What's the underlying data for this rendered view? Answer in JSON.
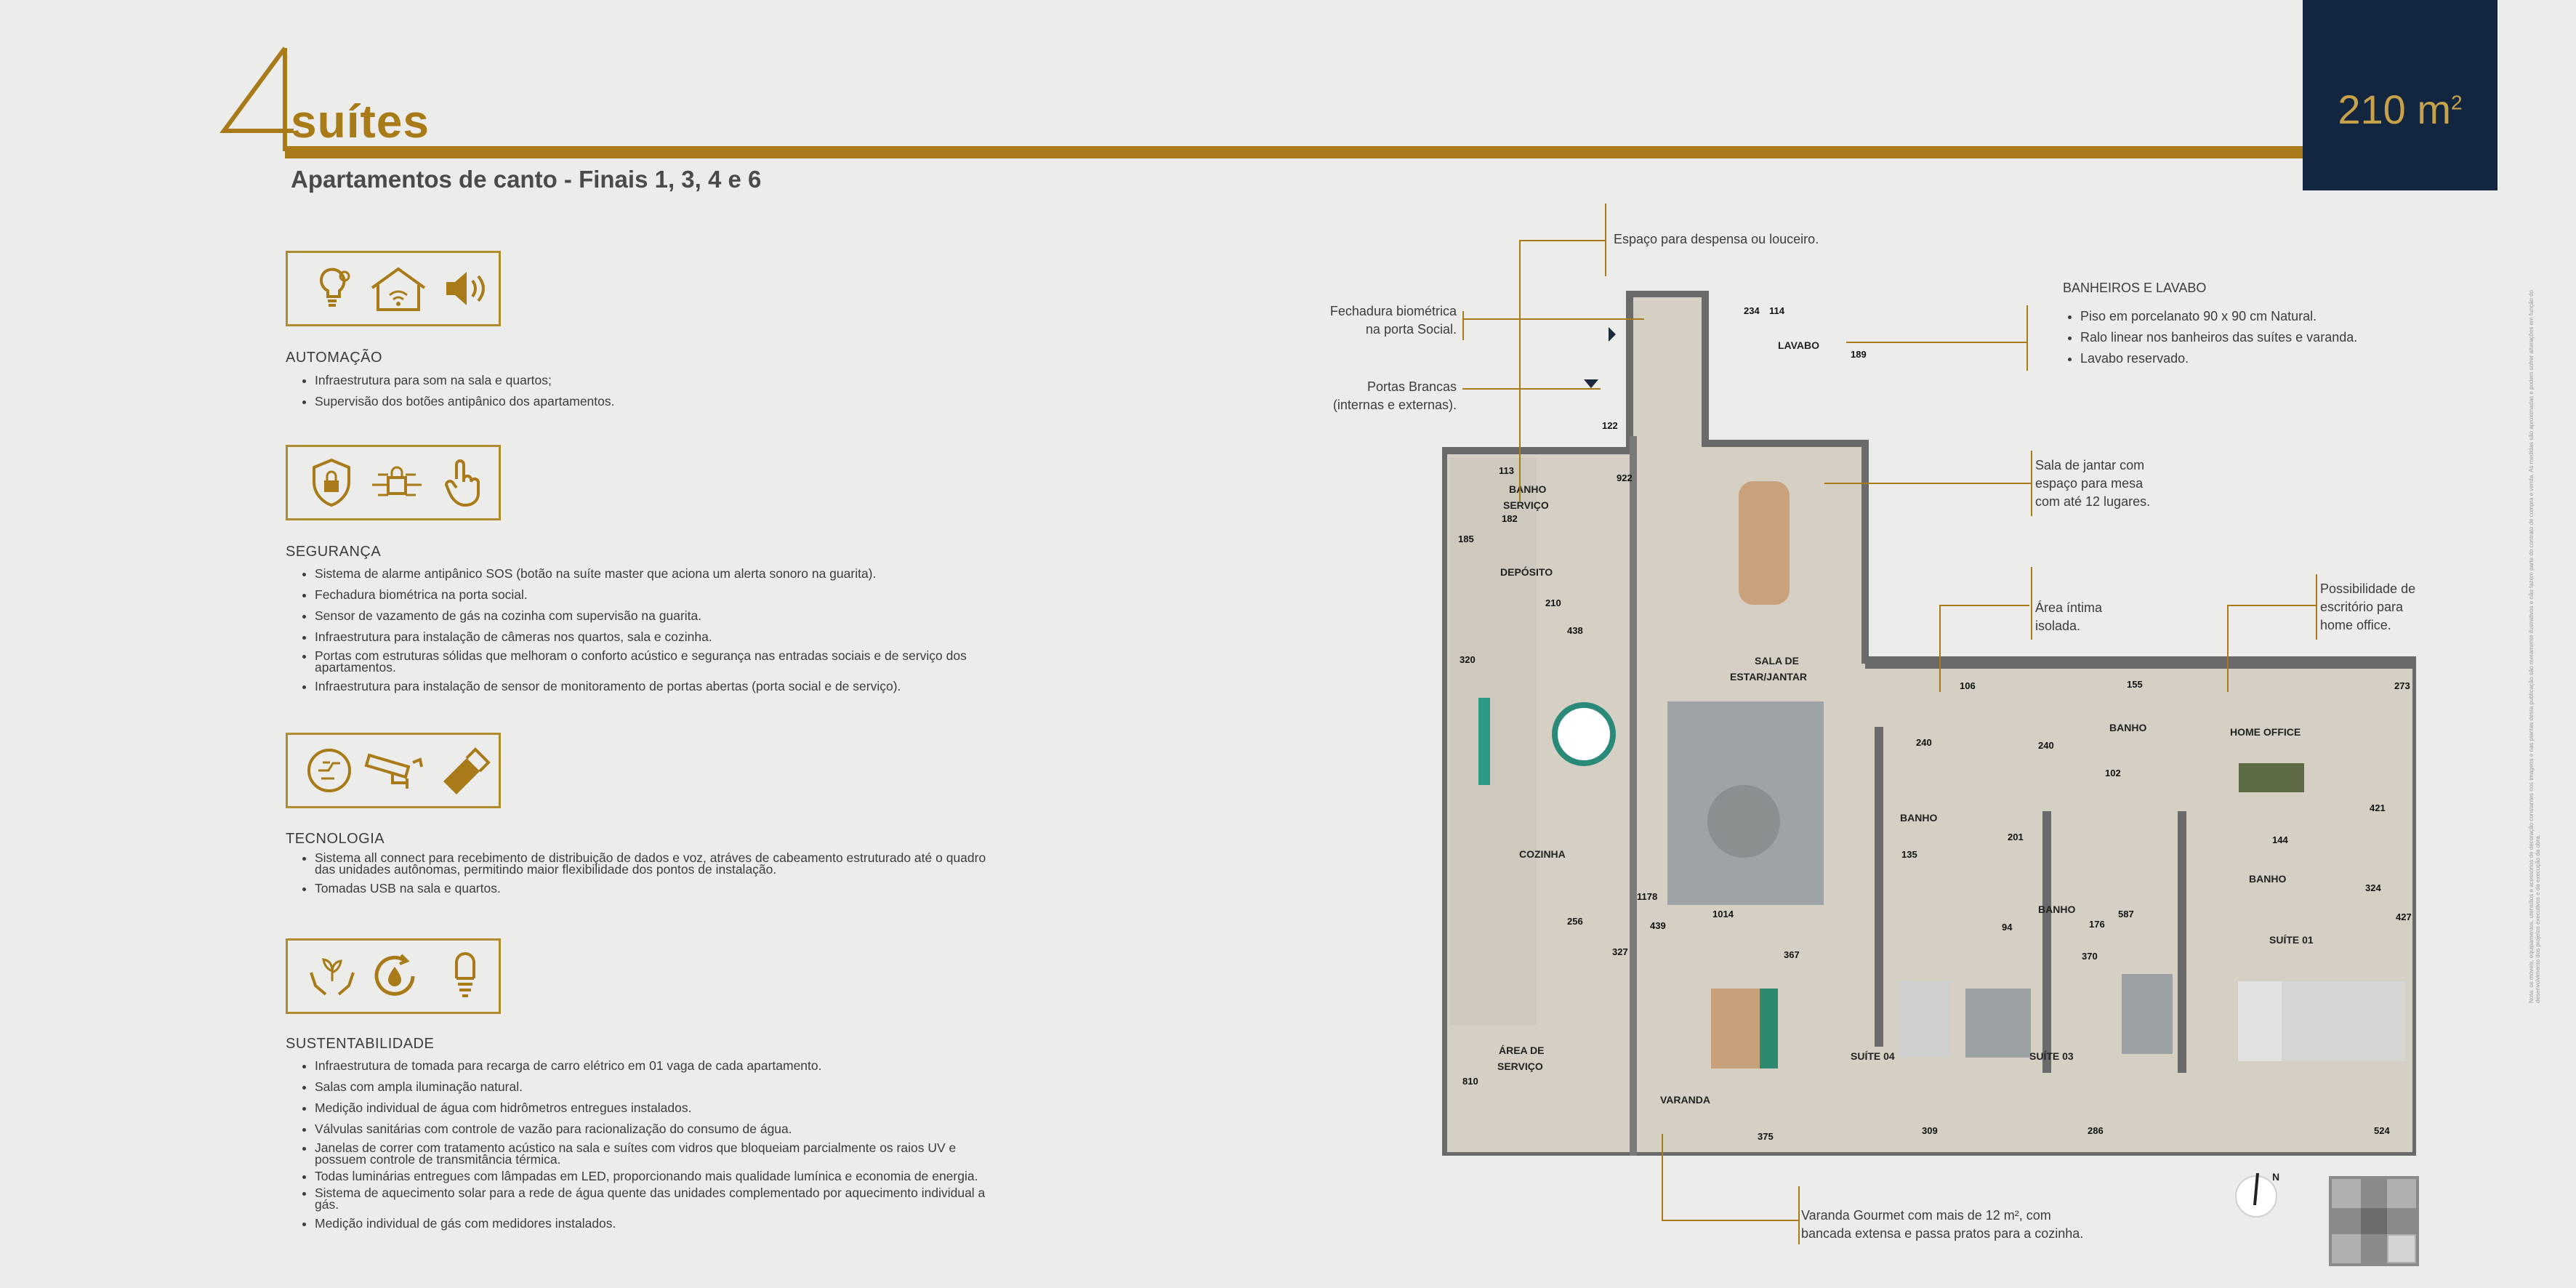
{
  "header": {
    "number": "4",
    "title": "suítes",
    "subtitle": "Apartamentos de canto - Finais 1, 3, 4 e 6",
    "area_value": "210 m",
    "area_unit_sup": "2"
  },
  "features": [
    {
      "title": "AUTOMAÇÃO",
      "icons": [
        "smart-bulb-icon",
        "smart-home-wifi-icon",
        "speaker-icon"
      ],
      "items": [
        "Infraestrutura para som na sala e quartos;",
        "Supervisão dos botões antipânico dos apartamentos."
      ]
    },
    {
      "title": "SEGURANÇA",
      "icons": [
        "shield-lock-icon",
        "circuit-lock-icon",
        "touch-hand-icon"
      ],
      "items": [
        "Sistema de alarme antipânico SOS (botão na suíte master que aciona um alerta sonoro na guarita).",
        "Fechadura biométrica na porta social.",
        "Sensor de vazamento de gás na cozinha com supervisão na guarita.",
        "Infraestrutura para instalação de câmeras nos quartos, sala e cozinha.",
        "Portas com estruturas sólidas que melhoram o conforto acústico e segurança nas entradas sociais e de serviço dos apartamentos.",
        "Infraestrutura para instalação de sensor de monitoramento de portas abertas (porta social e de serviço)."
      ]
    },
    {
      "title": "TECNOLOGIA",
      "icons": [
        "circuit-brain-icon",
        "security-camera-icon",
        "usb-drive-icon"
      ],
      "items": [
        "Sistema all  connect para recebimento de distribuição de dados e voz, atráves de cabeamento estruturado até o quadro das unidades autônomas, permitindo maior flexibilidade dos pontos de instalação.",
        "Tomadas USB na sala e quartos."
      ]
    },
    {
      "title": "SUSTENTABILIDADE",
      "icons": [
        "hands-plant-icon",
        "water-cycle-icon",
        "led-bulb-icon"
      ],
      "items": [
        "Infraestrutura de tomada para recarga de carro elétrico em 01 vaga de cada apartamento.",
        "Salas com ampla iluminação natural.",
        "Medição individual de água com hidrômetros entregues instalados.",
        "Válvulas sanitárias com controle de vazão para racionalização do consumo de água.",
        "Janelas de correr com tratamento acústico na sala e suítes com vidros que bloqueiam parcialmente os raios UV e possuem controle de transmitância térmica.",
        "Todas luminárias entregues com lâmpadas em LED, proporcionando mais qualidade lumínica e economia de energia.",
        "Sistema de aquecimento solar para a rede de água quente das unidades complementado por aquecimento individual a gás.",
        "Medição individual de gás com medidores instalados."
      ]
    }
  ],
  "callouts": {
    "despensa": "Espaço para despensa ou louceiro.",
    "fechadura": [
      "Fechadura biométrica",
      "na porta Social."
    ],
    "portas": [
      "Portas Brancas",
      "(internas e externas)."
    ],
    "banheiros_title": "BANHEIROS E LAVABO",
    "banheiros_items": [
      "Piso em porcelanato 90 x 90 cm Natural.",
      "Ralo linear nos banheiros das suítes e varanda.",
      "Lavabo reservado."
    ],
    "jantar": [
      "Sala de jantar com",
      "espaço para mesa",
      "com até 12 lugares."
    ],
    "intima": [
      "Área íntima",
      "isolada."
    ],
    "escritorio": [
      "Possibilidade de",
      "escritório para",
      "home office."
    ],
    "varanda": [
      "Varanda Gourmet com mais de 12 m², com",
      "bancada extensa e passa pratos para a cozinha."
    ]
  },
  "plan": {
    "rooms": {
      "lavabo": "LAVABO",
      "banho_servico": [
        "BANHO",
        "SERVIÇO"
      ],
      "deposito": "DEPÓSITO",
      "sala": [
        "SALA DE",
        "ESTAR/JANTAR"
      ],
      "cozinha": "COZINHA",
      "area_servico": [
        "ÁREA DE",
        "SERVIÇO"
      ],
      "varanda": "VARANDA",
      "suite04": "SUÍTE 04",
      "suite03": "SUÍTE 03",
      "suite01": "SUÍTE 01",
      "banho_a": "BANHO",
      "banho_b": "BANHO",
      "banho_c": "BANHO",
      "banho_d": "BANHO",
      "homeoffice": "HOME OFFICE"
    },
    "dims": [
      "234",
      "114",
      "189",
      "122",
      "922",
      "113",
      "182",
      "185",
      "210",
      "438",
      "320",
      "106",
      "155",
      "240",
      "102",
      "240",
      "135",
      "421",
      "201",
      "144",
      "324",
      "94",
      "176",
      "370",
      "587",
      "1178",
      "439",
      "256",
      "327",
      "1014",
      "367",
      "810",
      "375",
      "309",
      "286",
      "524",
      "427",
      "273"
    ]
  },
  "compass_label": "N",
  "legal_note": "Nota: os móveis, equipamentos, utensílios e acessórios de decoração constantes nos imagens e nas plantas desta publicação são meramente ilustrativos e não fazem parte do contrato de compra e venda. As medidas são aproximadas e podem sofrer alterações em função do desenvolvimento dos projetos executivos e da execução da obra.",
  "colors": {
    "gold": "#a87a18",
    "navy": "#12263f",
    "background": "#ececea"
  }
}
